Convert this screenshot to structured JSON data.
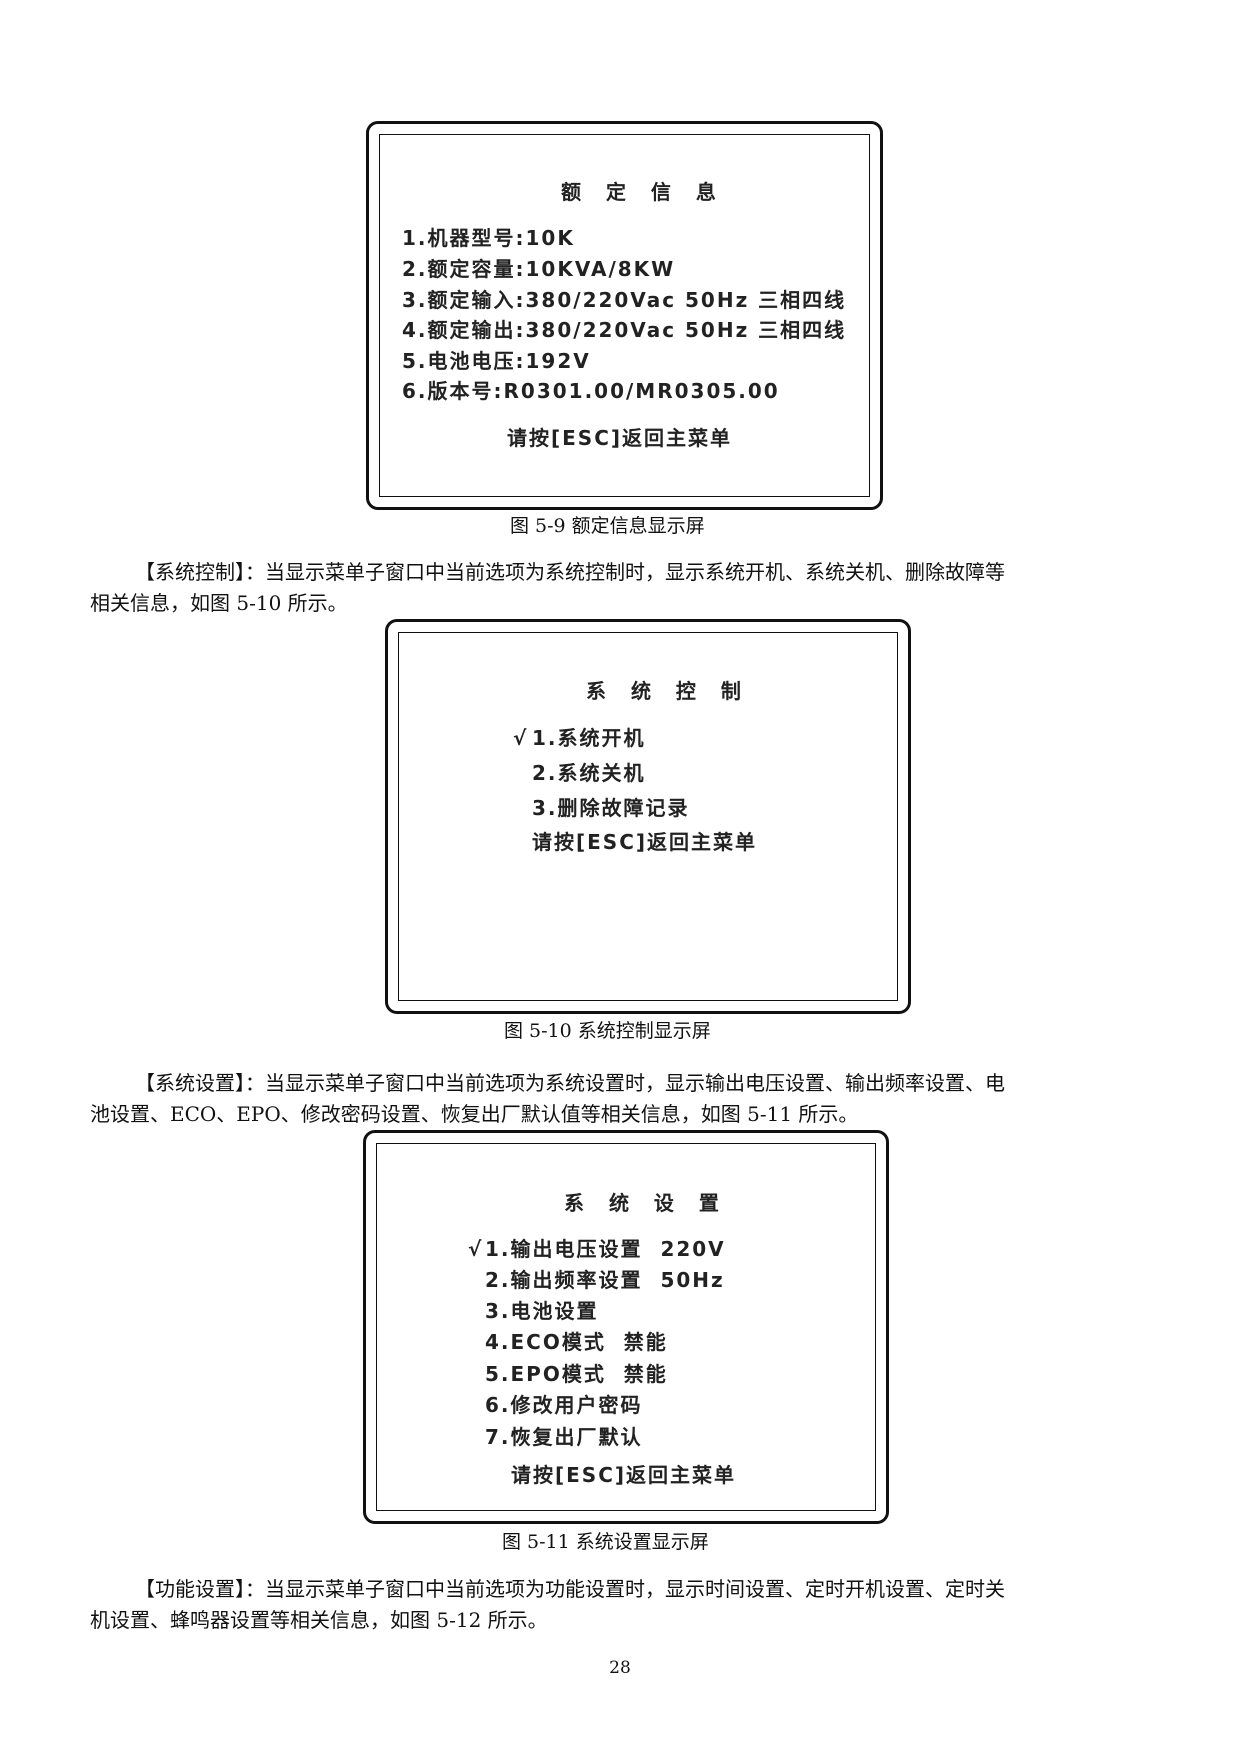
{
  "fig9": {
    "title": "额 定 信 息",
    "items": [
      "1.机器型号:10K",
      "2.额定容量:10KVA/8KW",
      "3.额定输入:380/220Vac 50Hz 三相四线",
      "4.额定输出:380/220Vac 50Hz 三相四线",
      "5.电池电压:192V",
      "6.版本号:R0301.00/MR0305.00"
    ],
    "esc": "请按[ESC]返回主菜单",
    "caption": "图 5-9 额定信息显示屏"
  },
  "para1": {
    "line1": "【系统控制】：当显示菜单子窗口中当前选项为系统控制时，显示系统开机、系统关机、删除故障等",
    "line2": "相关信息，如图 5-10 所示。"
  },
  "fig10": {
    "title": "系 统 控 制",
    "check": "√",
    "items": [
      "1.系统开机",
      "2.系统关机",
      "3.删除故障记录"
    ],
    "esc": "请按[ESC]返回主菜单",
    "caption": "图 5-10 系统控制显示屏"
  },
  "para2": {
    "line1": "【系统设置】：当显示菜单子窗口中当前选项为系统设置时，显示输出电压设置、输出频率设置、电",
    "line2": "池设置、ECO、EPO、修改密码设置、恢复出厂默认值等相关信息，如图 5-11 所示。"
  },
  "fig11": {
    "title": "系 统 设 置",
    "check": "√",
    "items": [
      "1.输出电压设置  220V",
      "2.输出频率设置  50Hz",
      "3.电池设置",
      "4.ECO模式  禁能",
      "5.EPO模式  禁能",
      "6.修改用户密码",
      "7.恢复出厂默认"
    ],
    "esc": "请按[ESC]返回主菜单",
    "caption": "图 5-11 系统设置显示屏"
  },
  "para3": {
    "line1": "【功能设置】：当显示菜单子窗口中当前选项为功能设置时，显示时间设置、定时开机设置、定时关",
    "line2": "机设置、蜂鸣器设置等相关信息，如图 5-12 所示。"
  },
  "page_number": "28"
}
